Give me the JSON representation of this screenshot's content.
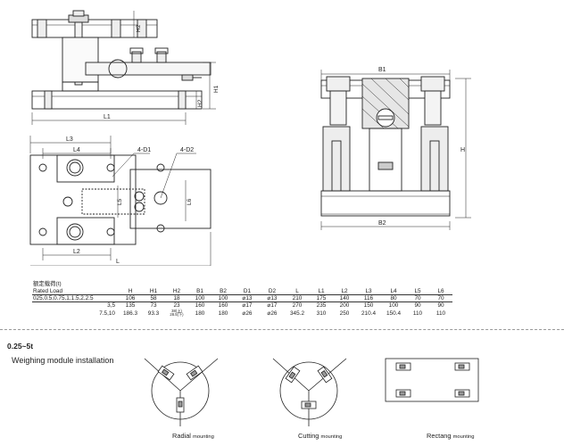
{
  "drawing_labels": {
    "h": "H",
    "h1": "H1",
    "h2": "H2",
    "l": "L",
    "l1": "L1",
    "l2": "L2",
    "l3": "L3",
    "l4": "L4",
    "l5": "L5",
    "l6": "L6",
    "b1": "B1",
    "b2": "B2",
    "d1": "4-D1",
    "d2": "4-D2"
  },
  "spec_table": {
    "header_cn": "额定载荷(t)",
    "header_en": "Rated Load",
    "columns": [
      "H",
      "H1",
      "H2",
      "B1",
      "B2",
      "D1",
      "D2",
      "L",
      "L1",
      "L2",
      "L3",
      "L4",
      "L5",
      "L6"
    ],
    "rows": [
      {
        "load": "025,0.5,0.75,1,1.5,2,2.5",
        "cells": [
          "106",
          "58",
          "18",
          "100",
          "100",
          "⌀13",
          "⌀13",
          "210",
          "175",
          "140",
          "116",
          "80",
          "70",
          "70"
        ]
      },
      {
        "load": "3,5",
        "cells": [
          "135",
          "73",
          "23",
          "160",
          "160",
          "⌀17",
          "⌀17",
          "270",
          "235",
          "200",
          "150",
          "100",
          "90",
          "90"
        ]
      },
      {
        "load": "7.5,10",
        "cells": [
          "186.3",
          "93.3",
          "",
          "180",
          "180",
          "⌀26",
          "⌀26",
          "345.2",
          "310",
          "250",
          "210.4",
          "150.4",
          "110",
          "110"
        ],
        "h2_top": "38(上)",
        "h2_bottom": "28.5(下)"
      }
    ]
  },
  "installation": {
    "range": "0.25~5t",
    "title": "Weighing module installation",
    "radial_label": "Radial",
    "cutting_label": "Cutting",
    "rectang_label": "Rectang",
    "mounting_word": "mounting"
  }
}
